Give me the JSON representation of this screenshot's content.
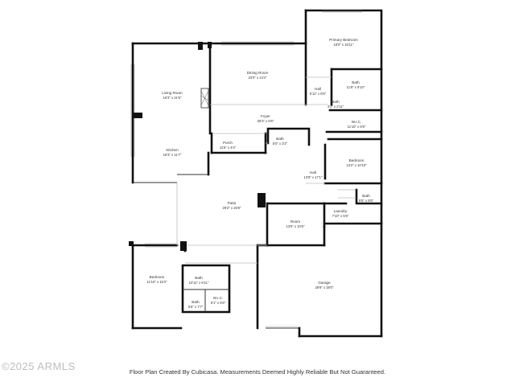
{
  "rooms": [
    {
      "name": "Primary Bedroom",
      "dims": "18'0\" x 15'11\""
    },
    {
      "name": "Dining Room",
      "dims": "23'0\" x 14'4\""
    },
    {
      "name": "Living Room",
      "dims": "18'3\" x 21'6\""
    },
    {
      "name": "Hall",
      "dims": "5'11\" x 6'5\""
    },
    {
      "name": "Bath",
      "dims": "11'8\" x 9'10\""
    },
    {
      "name": "Bath",
      "dims": "4'3\" x 2'11\""
    },
    {
      "name": "W.I.C.",
      "dims": "11'10\" x 6'9\""
    },
    {
      "name": "Foyer",
      "dims": "28'3\" x 6'6\""
    },
    {
      "name": "Bath",
      "dims": "5'0\" x 3'2\""
    },
    {
      "name": "Porch",
      "dims": "11'6\" x 4'4\""
    },
    {
      "name": "Kitchen",
      "dims": "18'3\" x 11'7\""
    },
    {
      "name": "Bedroom",
      "dims": "13'2\" x 10'10\""
    },
    {
      "name": "Hall",
      "dims": "13'9\" x 17'1\""
    },
    {
      "name": "Bath",
      "dims": "5'5\" x 9'5\""
    },
    {
      "name": "Patio",
      "dims": "29'2\" x 26'8\""
    },
    {
      "name": "Laundry",
      "dims": "7'10\" x 5'6\""
    },
    {
      "name": "Room",
      "dims": "13'5\" x 10'5\""
    },
    {
      "name": "Bedroom",
      "dims": "11'10\" x 15'3\""
    },
    {
      "name": "Bath",
      "dims": "10'11\" x 6'11\""
    },
    {
      "name": "Garage",
      "dims": "29'9\" x 28'0\""
    },
    {
      "name": "W.I.C.",
      "dims": "5'1\" x 5'6\""
    },
    {
      "name": "Bath",
      "dims": "5'6\" x 7'7\""
    }
  ],
  "footer": {
    "credit": "Floor Plan Created By Cubicasa. Measurements Deemed Highly Reliable But Not Guaranteed.",
    "watermark": "©2025 ARMLS"
  }
}
